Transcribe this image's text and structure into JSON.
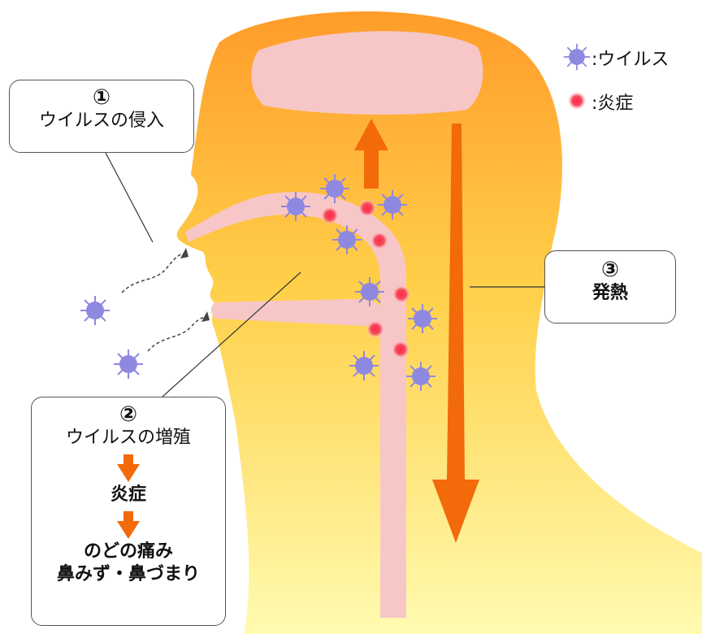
{
  "legend": {
    "virus_label": "ウイルス",
    "inflammation_label": "炎症",
    "colon": ":"
  },
  "callouts": {
    "step1": {
      "number": "①",
      "text": "ウイルスの侵入"
    },
    "step2": {
      "number": "②",
      "line1": "ウイルスの増殖",
      "line2": "炎症",
      "line3": "のどの痛み",
      "line4": "鼻みず・鼻づまり"
    },
    "step3": {
      "number": "③",
      "text": "発熱"
    }
  },
  "colors": {
    "virus": "#8f88e0",
    "inflammation": "#f0223b",
    "arrow": "#f26a0a",
    "head_top": "#ffa23a",
    "head_bottom": "#fff79a",
    "airway": "#f7c7c7"
  }
}
